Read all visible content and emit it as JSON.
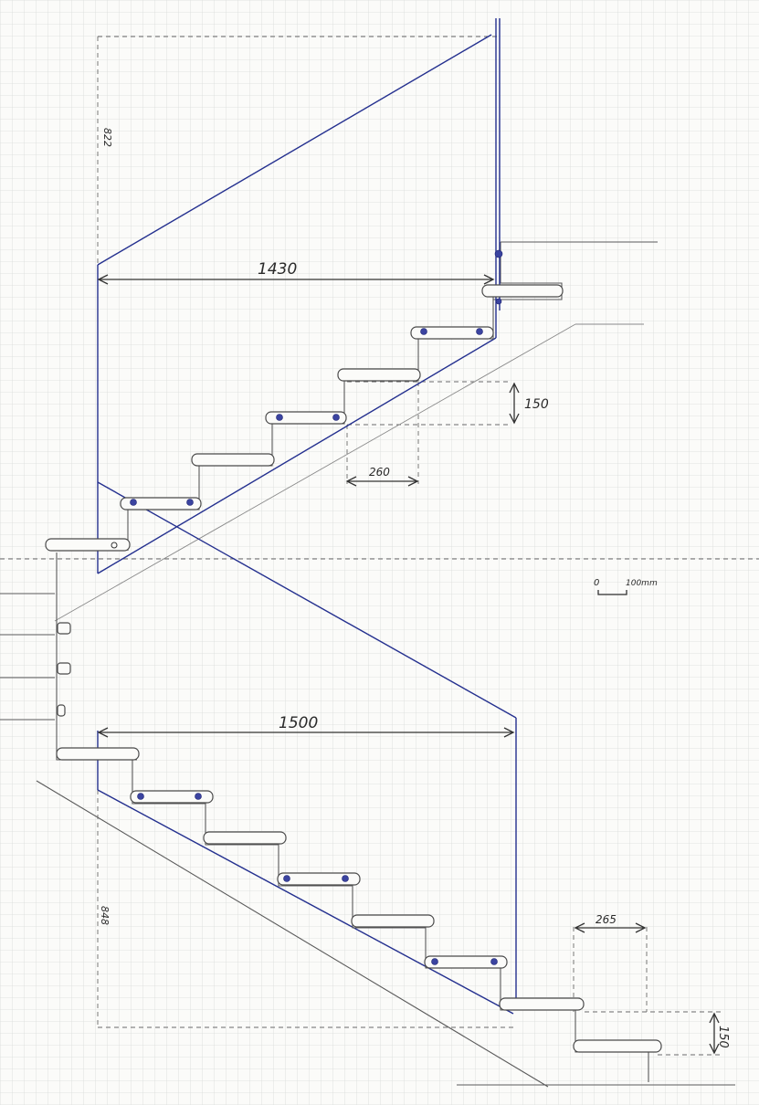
{
  "drawing": {
    "dimensions": {
      "upper_span": "1430",
      "lower_span": "1500",
      "upper_riser": "150",
      "upper_going": "260",
      "lower_going": "265",
      "lower_riser": "150",
      "upper_height_mark": "822",
      "lower_height_mark": "848"
    },
    "scale_bar": {
      "zero": "0",
      "unit_label": "100mm"
    }
  }
}
